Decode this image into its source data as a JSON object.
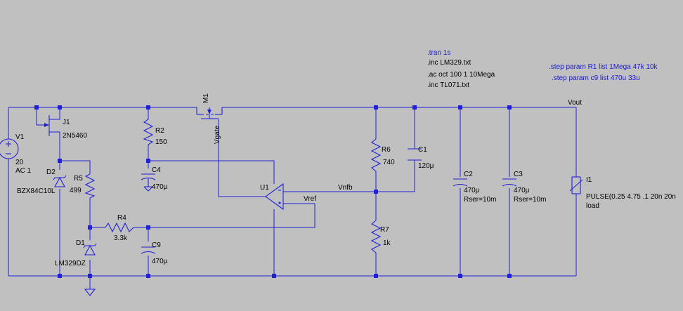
{
  "colors": {
    "background": "#c0c0c0",
    "wire": "#2020d8",
    "directive": "#1a1acc",
    "text": "#000000"
  },
  "directives": {
    "tran": ".tran 1s",
    "inc_lm329": ".inc LM329.txt",
    "ac": ".ac oct 100 1 10Mega",
    "inc_tl071": ".inc TL071.txt",
    "step_r1": ".step param R1 list 1Mega 47k 10k",
    "step_c9": ".step param c9 list 470u 33u"
  },
  "components": {
    "v1": {
      "name": "V1",
      "value": "20",
      "value2": "AC 1"
    },
    "j1": {
      "name": "J1",
      "model": "2N5460"
    },
    "d2": {
      "name": "D2",
      "model": "BZX84C10L"
    },
    "r5": {
      "name": "R5",
      "value": "499"
    },
    "d1": {
      "name": "D1",
      "model": "LM329DZ"
    },
    "r4": {
      "name": "R4",
      "value": "3.3k"
    },
    "r2": {
      "name": "R2",
      "value": "150"
    },
    "c4": {
      "name": "C4",
      "value": "470μ"
    },
    "c9": {
      "name": "C9",
      "value": "470μ"
    },
    "m1": {
      "name": "M1"
    },
    "u1": {
      "name": "U1"
    },
    "r6": {
      "name": "R6",
      "value": "740"
    },
    "r7": {
      "name": "R7",
      "value": "1k"
    },
    "c1": {
      "name": "C1",
      "value": "120μ"
    },
    "c2": {
      "name": "C2",
      "value": "470μ",
      "rser": "Rser=10m"
    },
    "c3": {
      "name": "C3",
      "value": "470μ",
      "rser": "Rser=10m"
    },
    "i1": {
      "name": "I1",
      "value": "PULSE(0.25 4.75 .1 20n 20n",
      "value2": "load"
    }
  },
  "nets": {
    "vout": "Vout",
    "vgate": "Vgate",
    "vnfb": "Vnfb",
    "vref": "Vref"
  }
}
